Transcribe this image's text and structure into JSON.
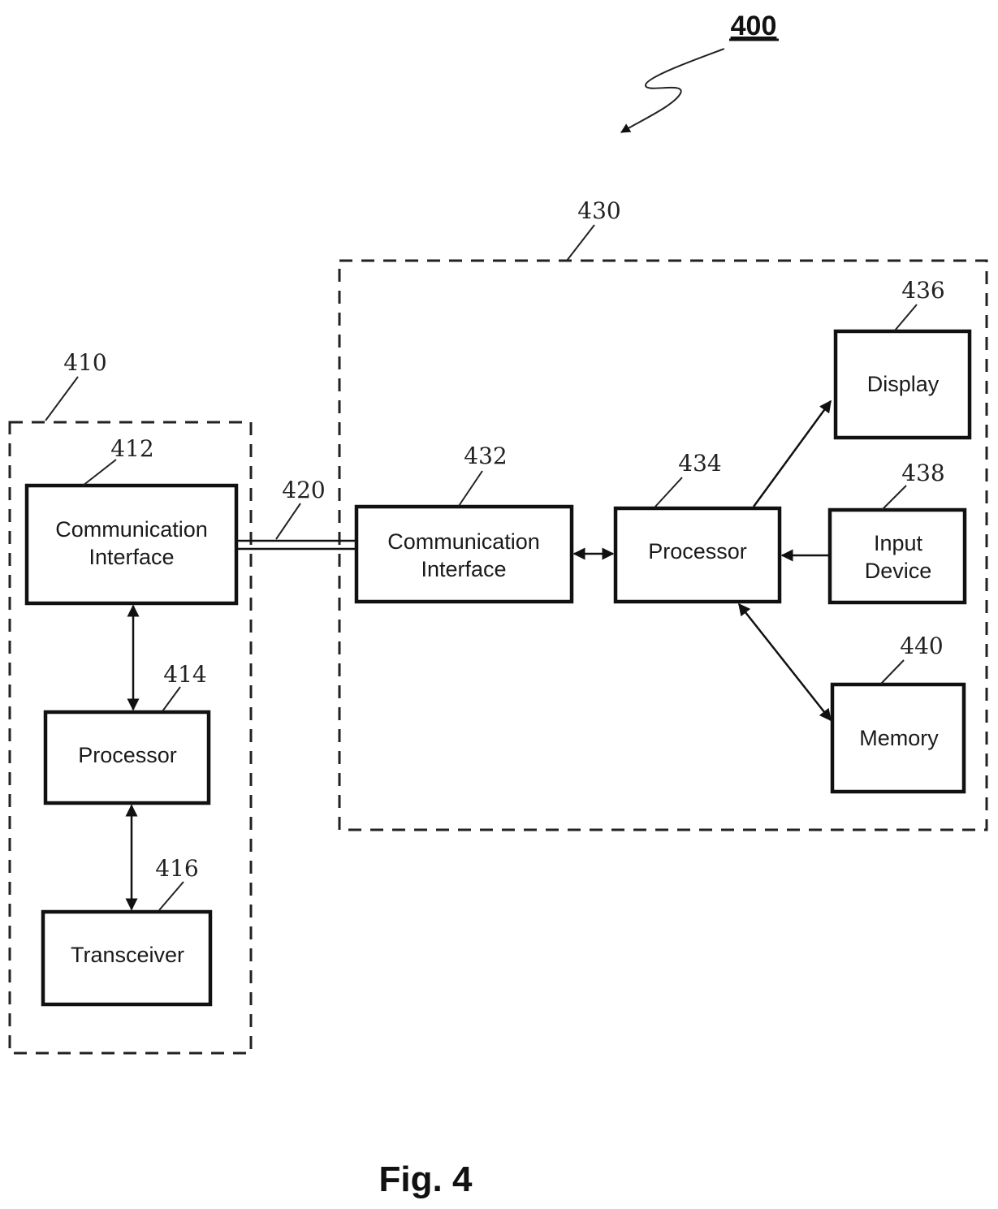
{
  "figure": {
    "number_label": "400",
    "caption": "Fig. 4"
  },
  "groups": {
    "group_410": {
      "ref": "410"
    },
    "group_430": {
      "ref": "430"
    }
  },
  "link": {
    "ref": "420"
  },
  "blocks": {
    "comm_412": {
      "ref": "412",
      "line1": "Communication",
      "line2": "Interface"
    },
    "proc_414": {
      "ref": "414",
      "label": "Processor"
    },
    "trans_416": {
      "ref": "416",
      "label": "Transceiver"
    },
    "comm_432": {
      "ref": "432",
      "line1": "Communication",
      "line2": "Interface"
    },
    "proc_434": {
      "ref": "434",
      "label": "Processor"
    },
    "display_436": {
      "ref": "436",
      "label": "Display"
    },
    "input_438": {
      "ref": "438",
      "line1": "Input",
      "line2": "Device"
    },
    "memory_440": {
      "ref": "440",
      "label": "Memory"
    }
  }
}
